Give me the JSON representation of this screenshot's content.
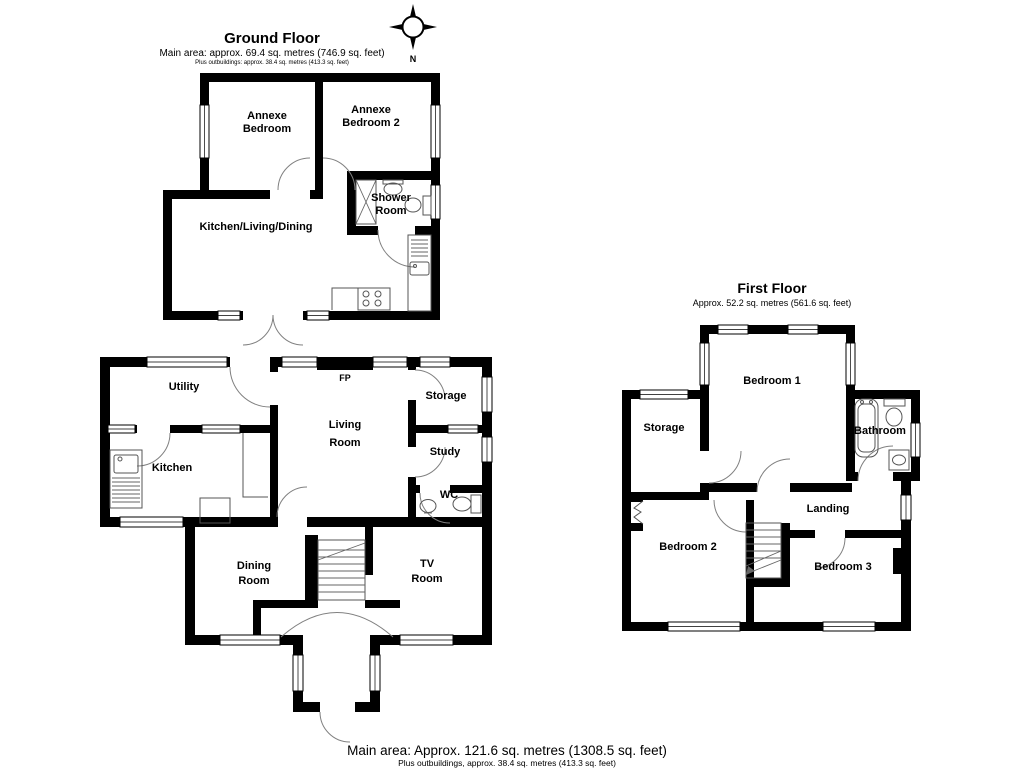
{
  "compass": {
    "label": "N"
  },
  "ground_floor": {
    "title": "Ground Floor",
    "subtitle": "Main area: approx. 69.4 sq. metres (746.9 sq. feet)",
    "subtitle_small": "Plus outbuildings: approx. 38.4 sq. metres (413.3 sq. feet)",
    "rooms": {
      "annexe_bedroom_l1": "Annexe",
      "annexe_bedroom_l2": "Bedroom",
      "annexe_bedroom2_l1": "Annexe",
      "annexe_bedroom2_l2": "Bedroom 2",
      "shower_room_l1": "Shower",
      "shower_room_l2": "Room",
      "kitchen_living_dining": "Kitchen/Living/Dining",
      "utility": "Utility",
      "kitchen": "Kitchen",
      "living_room_l1": "Living",
      "living_room_l2": "Room",
      "fireplace": "FP",
      "storage": "Storage",
      "study": "Study",
      "wc": "WC",
      "dining_room_l1": "Dining",
      "dining_room_l2": "Room",
      "tv_room_l1": "TV",
      "tv_room_l2": "Room"
    }
  },
  "first_floor": {
    "title": "First Floor",
    "subtitle": "Approx. 52.2 sq. metres (561.6 sq. feet)",
    "rooms": {
      "bedroom1": "Bedroom 1",
      "storage": "Storage",
      "bathroom": "Bathroom",
      "landing": "Landing",
      "bedroom2": "Bedroom 2",
      "bedroom3": "Bedroom 3"
    }
  },
  "footer": {
    "line1": "Main area: Approx. 121.6 sq. metres (1308.5 sq. feet)",
    "line2": "Plus outbuildings, approx. 38.4 sq. metres (413.3 sq. feet)"
  },
  "colors": {
    "wall": "#000000",
    "background": "#ffffff",
    "fixture_line": "#555555",
    "door_arc": "#808080"
  }
}
